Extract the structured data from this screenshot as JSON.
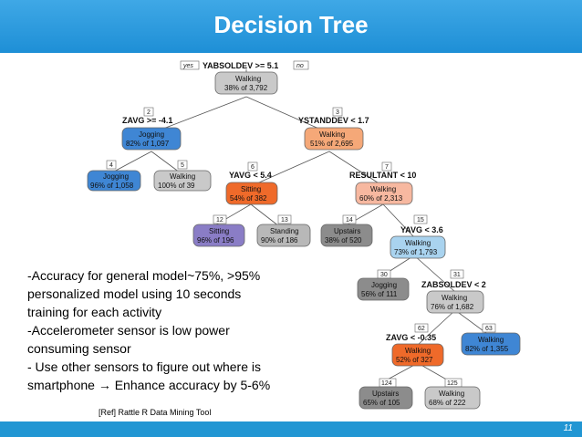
{
  "title": "Decision Tree",
  "tree": {
    "root": {
      "split": "YABSOLDEV >= 5.1",
      "yes": "yes",
      "no": "no",
      "label": "Walking",
      "stats": "38% of 3,792"
    },
    "nodes": [
      {
        "num": "2",
        "split": "ZAVG >= -4.1",
        "label": "Jogging",
        "stats": "82% of 1,097"
      },
      {
        "num": "3",
        "split": "YSTANDDEV < 1.7",
        "label": "Walking",
        "stats": "51% of 2,695"
      },
      {
        "num": "4",
        "label": "Jogging",
        "stats": "96% of 1,058"
      },
      {
        "num": "5",
        "label": "Walking",
        "stats": "100% of 39"
      },
      {
        "num": "6",
        "split": "YAVG < 5.4",
        "label": "Sitting",
        "stats": "54% of 382"
      },
      {
        "num": "7",
        "split": "RESULTANT < 10",
        "label": "Walking",
        "stats": "60% of 2,313"
      },
      {
        "num": "12",
        "label": "Sitting",
        "stats": "96% of 196"
      },
      {
        "num": "13",
        "label": "Standing",
        "stats": "90% of 186"
      },
      {
        "num": "14",
        "label": "Upstairs",
        "stats": "38% of 520"
      },
      {
        "num": "15",
        "split": "YAVG < 3.6",
        "label": "Walking",
        "stats": "73% of 1,793"
      },
      {
        "num": "30",
        "label": "Jogging",
        "stats": "56% of 111"
      },
      {
        "num": "31",
        "split": "ZABSOLDEV < 2",
        "label": "Walking",
        "stats": "76% of 1,682"
      },
      {
        "num": "62",
        "split": "ZAVG < -0.35",
        "label": "Walking",
        "stats": "52% of 327"
      },
      {
        "num": "63",
        "label": "Walking",
        "stats": "82% of 1,355"
      },
      {
        "num": "124",
        "label": "Upstairs",
        "stats": "65% of 105"
      },
      {
        "num": "125",
        "label": "Walking",
        "stats": "68% of 222"
      }
    ]
  },
  "notes": [
    "-Accuracy for general model~75%, >95%",
    "personalized model using 10 seconds",
    "training for each activity",
    "-Accelerometer sensor is low power",
    "consuming sensor",
    "- Use other sensors to figure out where is",
    "smartphone → Enhance accuracy by 5-6%"
  ],
  "reference": "[Ref] Rattle R Data Mining Tool",
  "page_number": "11",
  "colors": {
    "header": "#2196d3",
    "jogging": "#3f86d4",
    "walking_grey": "#c9c9c9",
    "walking_orange": "#f5a878",
    "sitting": "#ef6a2a",
    "standing": "#b8b8b8",
    "upstairs": "#8c8c8c",
    "walking_light_blue": "#a9d3ef",
    "sitting_purple": "#8a7dc6"
  }
}
